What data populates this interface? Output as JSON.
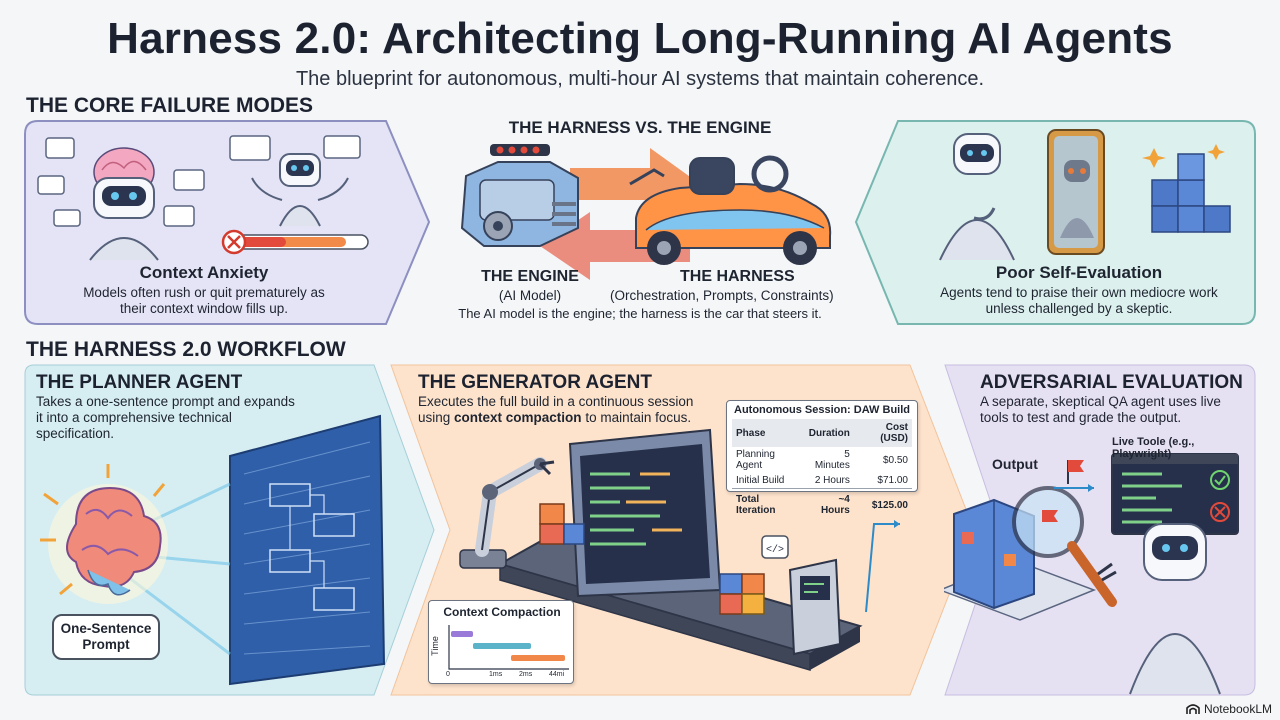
{
  "header": {
    "title": "Harness 2.0: Architecting Long-Running AI Agents",
    "subtitle": "The blueprint for autonomous, multi-hour AI systems that maintain coherence."
  },
  "failure_modes": {
    "heading": "THE CORE FAILURE MODES",
    "context_anxiety": {
      "title": "Context Anxiety",
      "text_1": "Models often rush or quit prematurely as",
      "text_2": "their context window fills up."
    },
    "harness_vs_engine": {
      "title": "THE HARNESS VS. THE ENGINE",
      "engine_label": "THE ENGINE",
      "engine_sub": "(AI Model)",
      "harness_label": "THE HARNESS",
      "harness_sub": "(Orchestration, Prompts, Constraints)",
      "tagline": "The AI model is the engine; the harness is the car that steers it."
    },
    "self_eval": {
      "title": "Poor Self-Evaluation",
      "text_1": "Agents tend to praise their own mediocre work",
      "text_2": "unless challenged by a skeptic."
    }
  },
  "workflow": {
    "heading": "THE HARNESS 2.0 WORKFLOW",
    "planner": {
      "title": "THE PLANNER AGENT",
      "text_1": "Takes a one-sentence prompt and expands",
      "text_2": "it into a comprehensive technical",
      "text_3": "specification.",
      "prompt_bubble_1": "One-Sentence",
      "prompt_bubble_2": "Prompt"
    },
    "generator": {
      "title": "THE GENERATOR AGENT",
      "text_1": "Executes the full build in a continuous session",
      "text_2a": "using ",
      "text_2b": "context compaction",
      "text_2c": " to maintain focus.",
      "session": {
        "title": "Autonomous Session: DAW Build",
        "columns": [
          "Phase",
          "Duration",
          "Cost (USD)"
        ],
        "rows": [
          [
            "Planning Agent",
            "5 Minutes",
            "$0.50"
          ],
          [
            "Initial Build",
            "2 Hours",
            "$71.00"
          ]
        ],
        "total": [
          "Total Iteration",
          "~4 Hours",
          "$125.00"
        ]
      },
      "compaction": {
        "title": "Context Compaction",
        "y_label": "Time",
        "ticks": [
          "0",
          "1ms",
          "2ms",
          "44mi"
        ]
      }
    },
    "adversarial": {
      "title": "ADVERSARIAL EVALUATION",
      "text_1": "A separate, skeptical QA agent uses live",
      "text_2": "tools to test and grade the output.",
      "live_tools_label": "Live Toole (e.g., Playwright)",
      "output_label": "Output"
    }
  },
  "watermark": "NotebookLM",
  "colors": {
    "panel_purple": "#e4e4f6",
    "panel_teal": "#dcf0ee",
    "planner_bg": "#d6eef2",
    "generator_bg": "#fde3cc",
    "adversarial_bg": "#e6e0f3",
    "arrow_orange": "#f0874a"
  }
}
